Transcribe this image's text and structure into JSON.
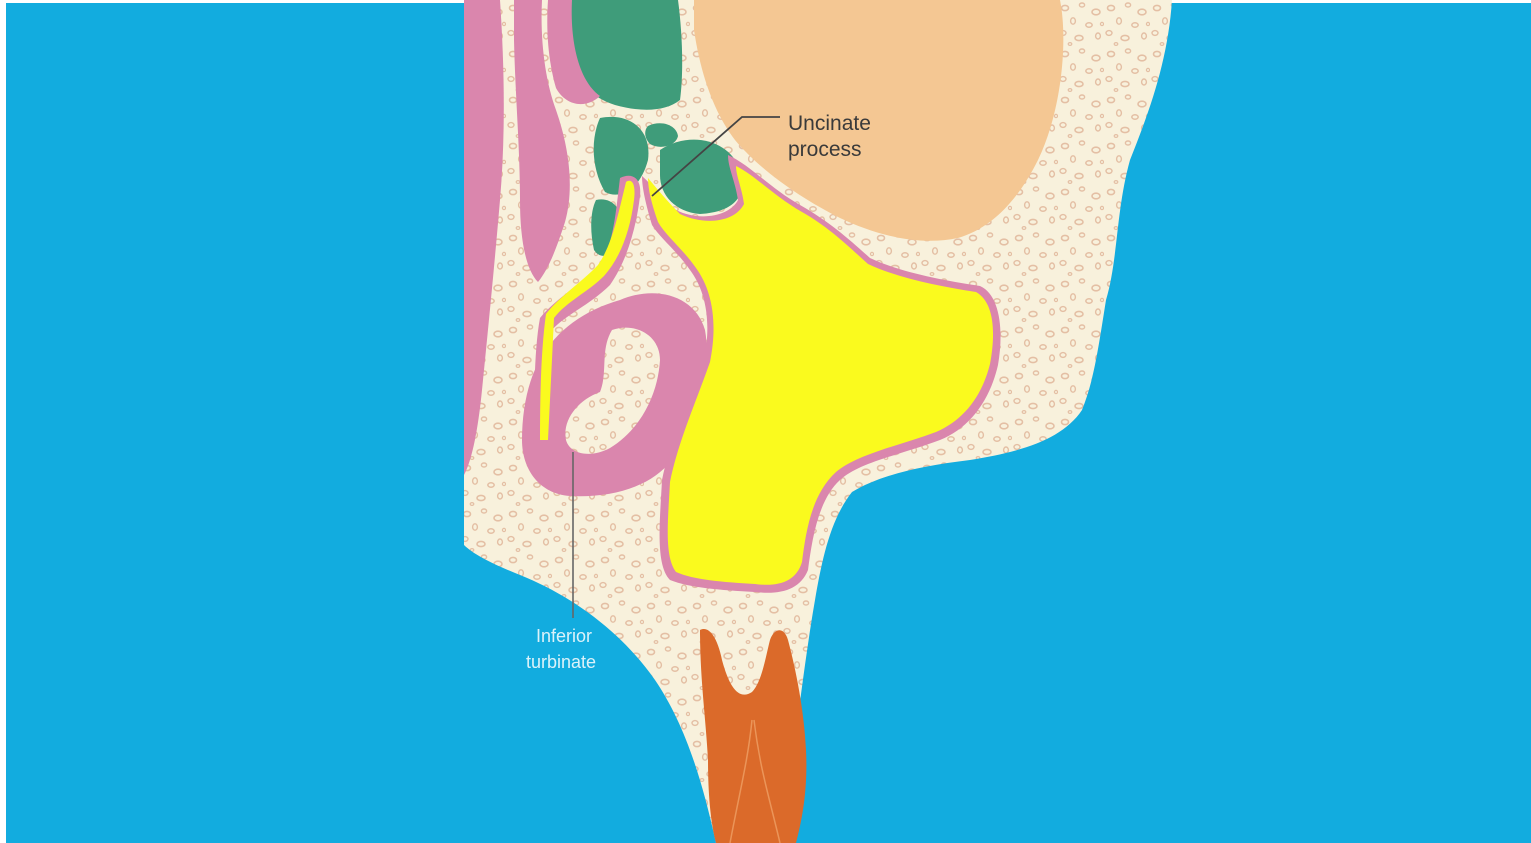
{
  "labels": {
    "uncinate_line1": "Uncinate",
    "uncinate_line2": "process",
    "inferior_line1": "Inferior",
    "inferior_line2": "turbinate"
  },
  "colors": {
    "background": "#12acdf",
    "bone": "#f8f1dc",
    "bone_speckle": "#e7c3aa",
    "mucosa": "#da86ad",
    "sinus_air": "#fafa1e",
    "ethmoid": "#3f9c7a",
    "orbit": "#f4c793",
    "tooth": "#db6a2a",
    "leader_line": "#444444"
  }
}
